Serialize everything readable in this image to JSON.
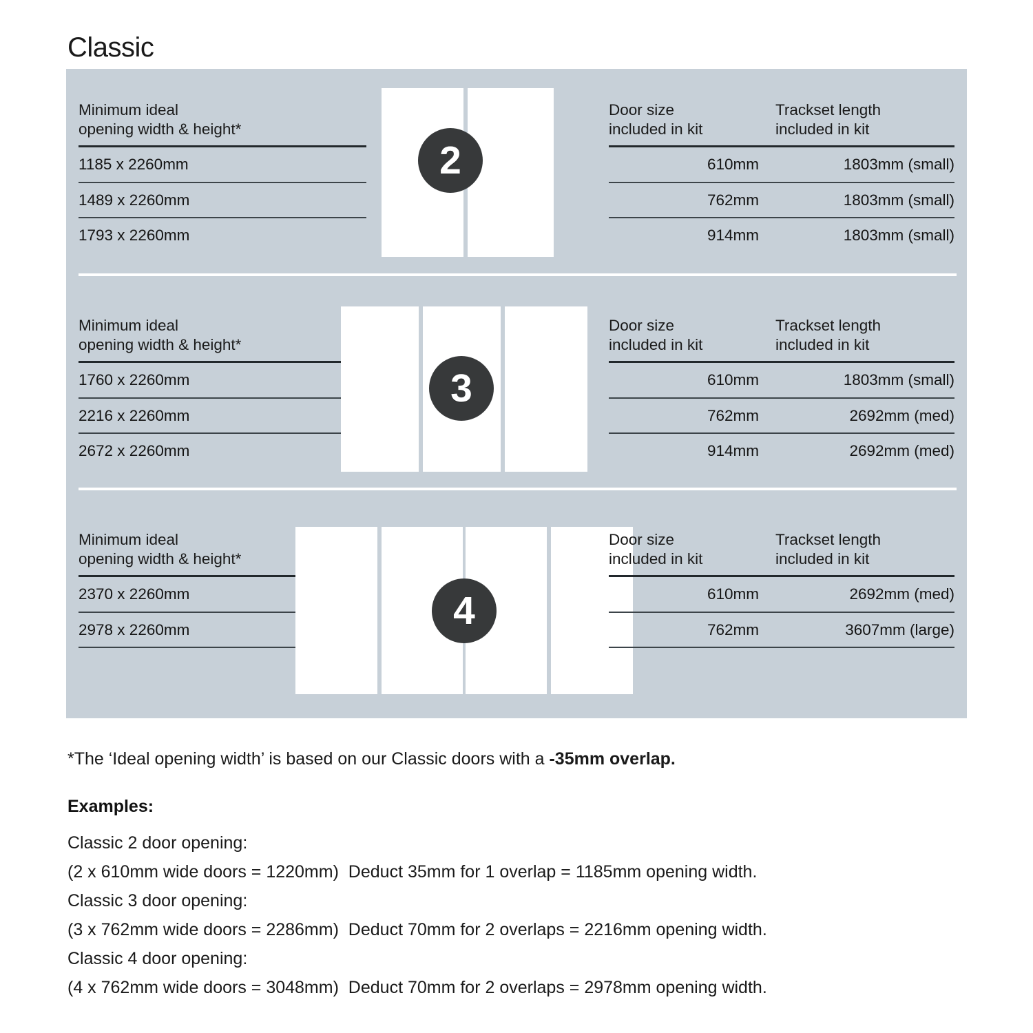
{
  "title": "Classic",
  "colors": {
    "panel_bg": "#c7d0d8",
    "door_fill": "#ffffff",
    "badge_bg": "#37393a",
    "rule": "#22282c",
    "text": "#1a1a1a"
  },
  "common": {
    "left_header": "Minimum ideal\nopening width & height*",
    "door_size_header": "Door size\nincluded in kit",
    "trackset_header": "Trackset length\nincluded in kit"
  },
  "sections": [
    {
      "badge": "2",
      "door_count": 2,
      "left_header": "Minimum ideal\nopening width & height*",
      "door_size_header": "Door size\nincluded in kit",
      "trackset_header": "Trackset length\nincluded in kit",
      "openings": [
        "1185 x 2260mm",
        "1489 x 2260mm",
        "1793 x 2260mm"
      ],
      "rows": [
        {
          "door_size": "610mm",
          "trackset": "1803mm (small)"
        },
        {
          "door_size": "762mm",
          "trackset": "1803mm (small)"
        },
        {
          "door_size": "914mm",
          "trackset": "1803mm (small)"
        }
      ]
    },
    {
      "badge": "3",
      "door_count": 3,
      "left_header": "Minimum ideal\nopening width & height*",
      "door_size_header": "Door size\nincluded in kit",
      "trackset_header": "Trackset length\nincluded in kit",
      "openings": [
        "1760 x 2260mm",
        "2216 x 2260mm",
        "2672 x 2260mm"
      ],
      "rows": [
        {
          "door_size": "610mm",
          "trackset": "1803mm (small)"
        },
        {
          "door_size": "762mm",
          "trackset": "2692mm (med)"
        },
        {
          "door_size": "914mm",
          "trackset": "2692mm (med)"
        }
      ]
    },
    {
      "badge": "4",
      "door_count": 4,
      "left_header": "Minimum ideal\nopening width & height*",
      "door_size_header": "Door size\nincluded in kit",
      "trackset_header": "Trackset length\nincluded in kit",
      "openings": [
        "2370 x 2260mm",
        "2978 x 2260mm"
      ],
      "rows": [
        {
          "door_size": "610mm",
          "trackset": "2692mm (med)"
        },
        {
          "door_size": "762mm",
          "trackset": "3607mm (large)"
        }
      ]
    }
  ],
  "footnote": {
    "prefix": "*The ‘Ideal opening width’ is based on our Classic doors with a ",
    "emphasis": "-35mm overlap."
  },
  "examples": {
    "heading": "Examples:",
    "lines": [
      "Classic 2 door opening:",
      "(2 x 610mm wide doors = 1220mm)  Deduct 35mm for 1 overlap = 1185mm opening width.",
      "Classic 3 door opening:",
      "(3 x 762mm wide doors = 2286mm)  Deduct 70mm for 2 overlaps = 2216mm opening width.",
      "Classic 4 door opening:",
      "(4 x 762mm wide doors = 3048mm)  Deduct 70mm for 2 overlaps = 2978mm opening width."
    ]
  }
}
